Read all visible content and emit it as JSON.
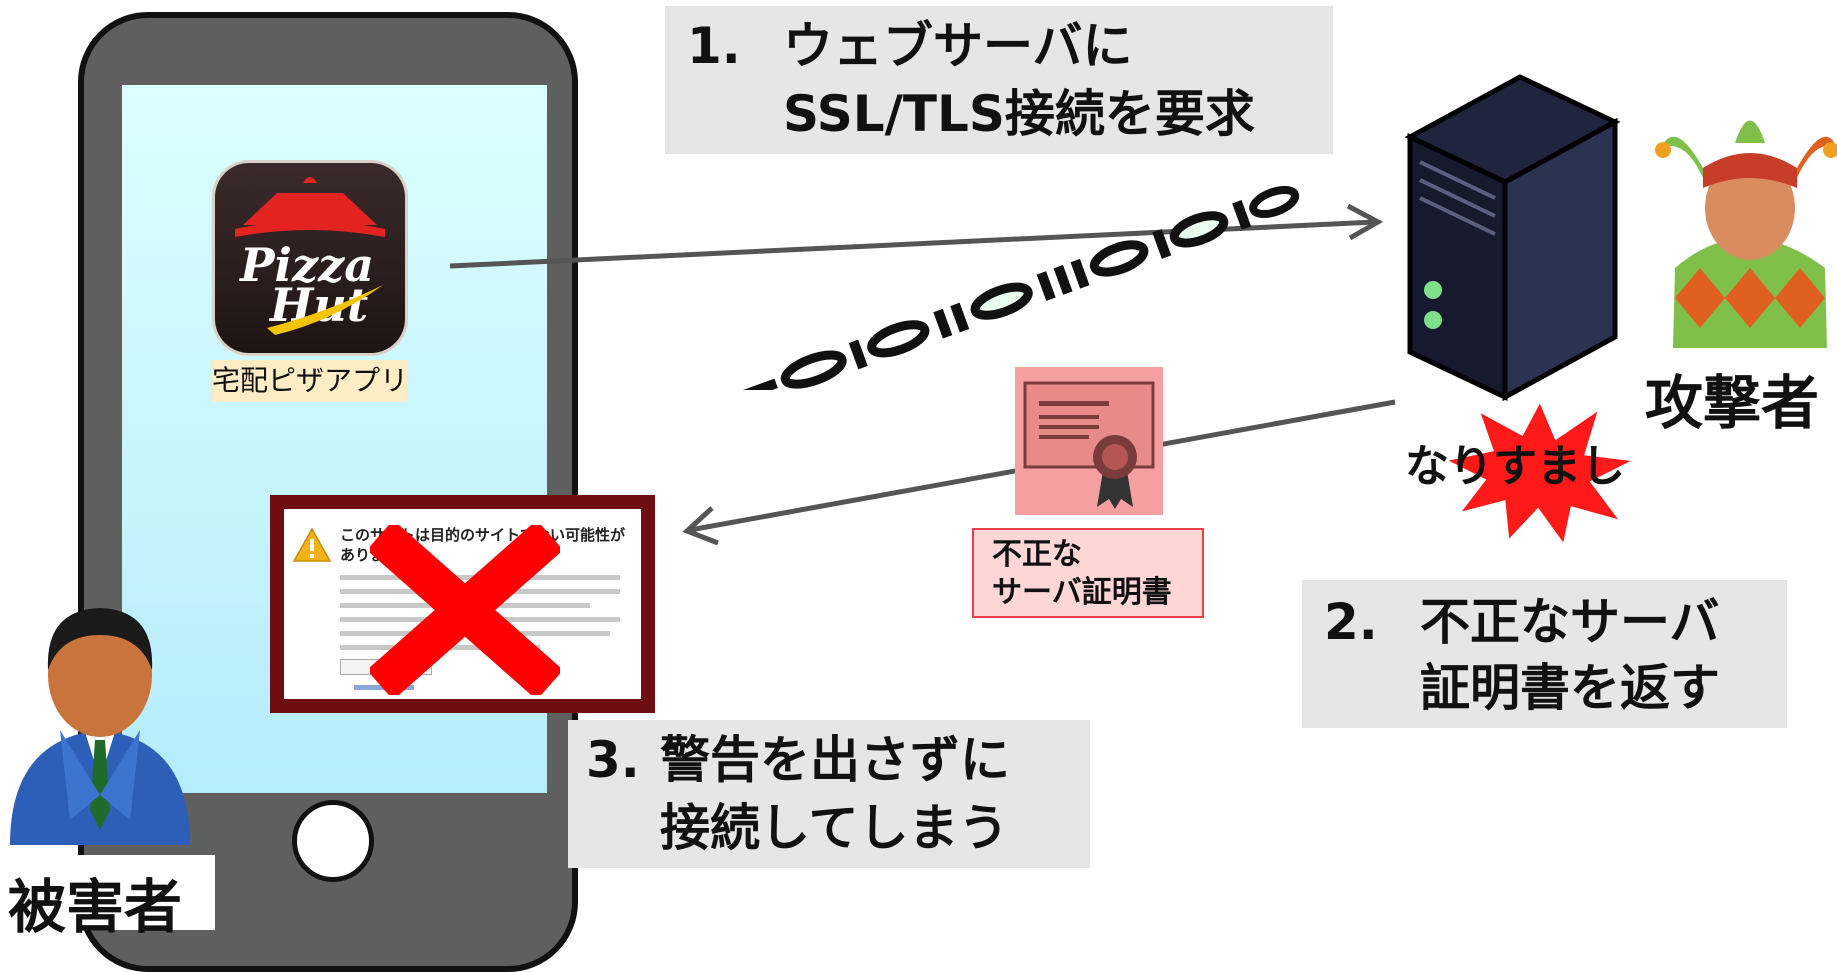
{
  "steps": {
    "step1": {
      "num": "1.",
      "line1": "ウェブサーバに",
      "line2": "SSL/TLS接続を要求"
    },
    "step2": {
      "num": "2.",
      "line1": "不正なサーバ",
      "line2": "証明書を返す"
    },
    "step3": {
      "num": "3.",
      "line1": "警告を出さずに",
      "line2": "接続してしまう"
    }
  },
  "app": {
    "logo_line1": "Pizza",
    "logo_line2": "Hut",
    "label": "宅配ピザアプリ"
  },
  "warning_dialog": {
    "title_line1": "このサイトは目的のサイトでない可能性が",
    "title_line2": "あります"
  },
  "certificate": {
    "label_line1": "不正な",
    "label_line2": "サーバ証明書"
  },
  "impersonation": {
    "label": "なりすまし"
  },
  "roles": {
    "attacker": "攻撃者",
    "victim": "被害者"
  },
  "colors": {
    "step_box_bg": "#e6e6e6",
    "warning_frame": "#6e0d12",
    "cross": "#ff0000",
    "cert_bg": "#f4a0a0",
    "burst": "#ff1a1a"
  },
  "icons": [
    "pizza-hut-app-icon",
    "warning-triangle-icon",
    "red-cross-icon",
    "server-icon",
    "certificate-icon",
    "jester-attacker-icon",
    "businessman-victim-icon",
    "starburst-icon",
    "binary-stream"
  ]
}
